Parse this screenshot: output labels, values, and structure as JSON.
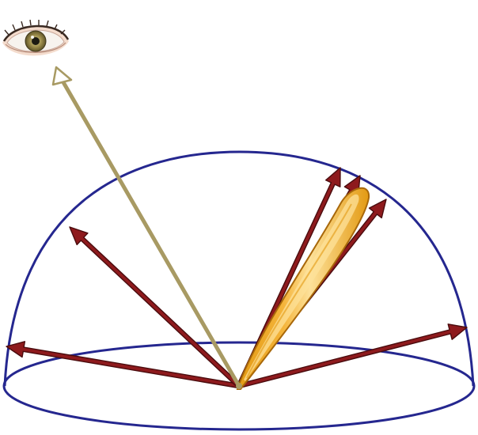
{
  "diagram": {
    "kind": "hemisphere-reflection-lobe",
    "colors": {
      "background": "#ffffff",
      "hemisphere_outline": "#25278f",
      "reflected_ray_fill": "#8e1a1d",
      "reflected_ray_outline": "#4a0c0e",
      "view_ray": "#a89a63",
      "view_ray_head": "#ffffff",
      "lobe_dark": "#e39a13",
      "lobe_mid": "#f4b43a",
      "lobe_light": "#fde19a",
      "lobe_outline": "#a8680a",
      "iris": "#9a8a4a",
      "pupil": "#1c1a12",
      "skin": "#f2d6c4"
    },
    "icons": {
      "viewer": "eye-icon"
    },
    "rays": [
      {
        "name": "reflected-ray-left-horizontal"
      },
      {
        "name": "reflected-ray-left-upper"
      },
      {
        "name": "reflected-ray-specular-1"
      },
      {
        "name": "reflected-ray-specular-2"
      },
      {
        "name": "reflected-ray-specular-3"
      },
      {
        "name": "reflected-ray-right-horizontal"
      }
    ]
  }
}
